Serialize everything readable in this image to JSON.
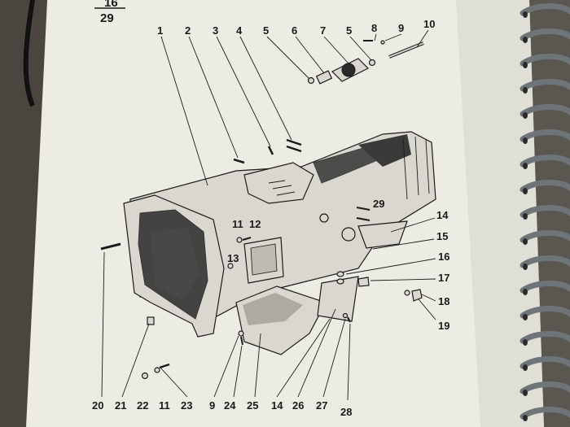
{
  "page": {
    "number_top": "16",
    "number_bottom": "29"
  },
  "callouts": [
    {
      "id": "c1",
      "text": "1"
    },
    {
      "id": "c2",
      "text": "2"
    },
    {
      "id": "c3",
      "text": "3"
    },
    {
      "id": "c4",
      "text": "4"
    },
    {
      "id": "c5a",
      "text": "5"
    },
    {
      "id": "c6",
      "text": "6"
    },
    {
      "id": "c7",
      "text": "7"
    },
    {
      "id": "c5b",
      "text": "5"
    },
    {
      "id": "c8",
      "text": "8"
    },
    {
      "id": "c9",
      "text": "9"
    },
    {
      "id": "c10",
      "text": "10"
    },
    {
      "id": "c29",
      "text": "29"
    },
    {
      "id": "c11a",
      "text": "11"
    },
    {
      "id": "c12",
      "text": "12"
    },
    {
      "id": "c13",
      "text": "13"
    },
    {
      "id": "c14a",
      "text": "14"
    },
    {
      "id": "c15",
      "text": "15"
    },
    {
      "id": "c16",
      "text": "16"
    },
    {
      "id": "c17",
      "text": "17"
    },
    {
      "id": "c18",
      "text": "18"
    },
    {
      "id": "c19",
      "text": "19"
    },
    {
      "id": "c20",
      "text": "20"
    },
    {
      "id": "c21",
      "text": "21"
    },
    {
      "id": "c22",
      "text": "22"
    },
    {
      "id": "c11b",
      "text": "11"
    },
    {
      "id": "c23",
      "text": "23"
    },
    {
      "id": "c9b",
      "text": "9"
    },
    {
      "id": "c24",
      "text": "24"
    },
    {
      "id": "c25",
      "text": "25"
    },
    {
      "id": "c14b",
      "text": "14"
    },
    {
      "id": "c26",
      "text": "26"
    },
    {
      "id": "c27",
      "text": "27"
    },
    {
      "id": "c28",
      "text": "28"
    }
  ],
  "colors": {
    "paper": "#ecebe4",
    "ink": "#1b1b1b",
    "binding": "#6f7478",
    "desk": "#5a5650"
  }
}
